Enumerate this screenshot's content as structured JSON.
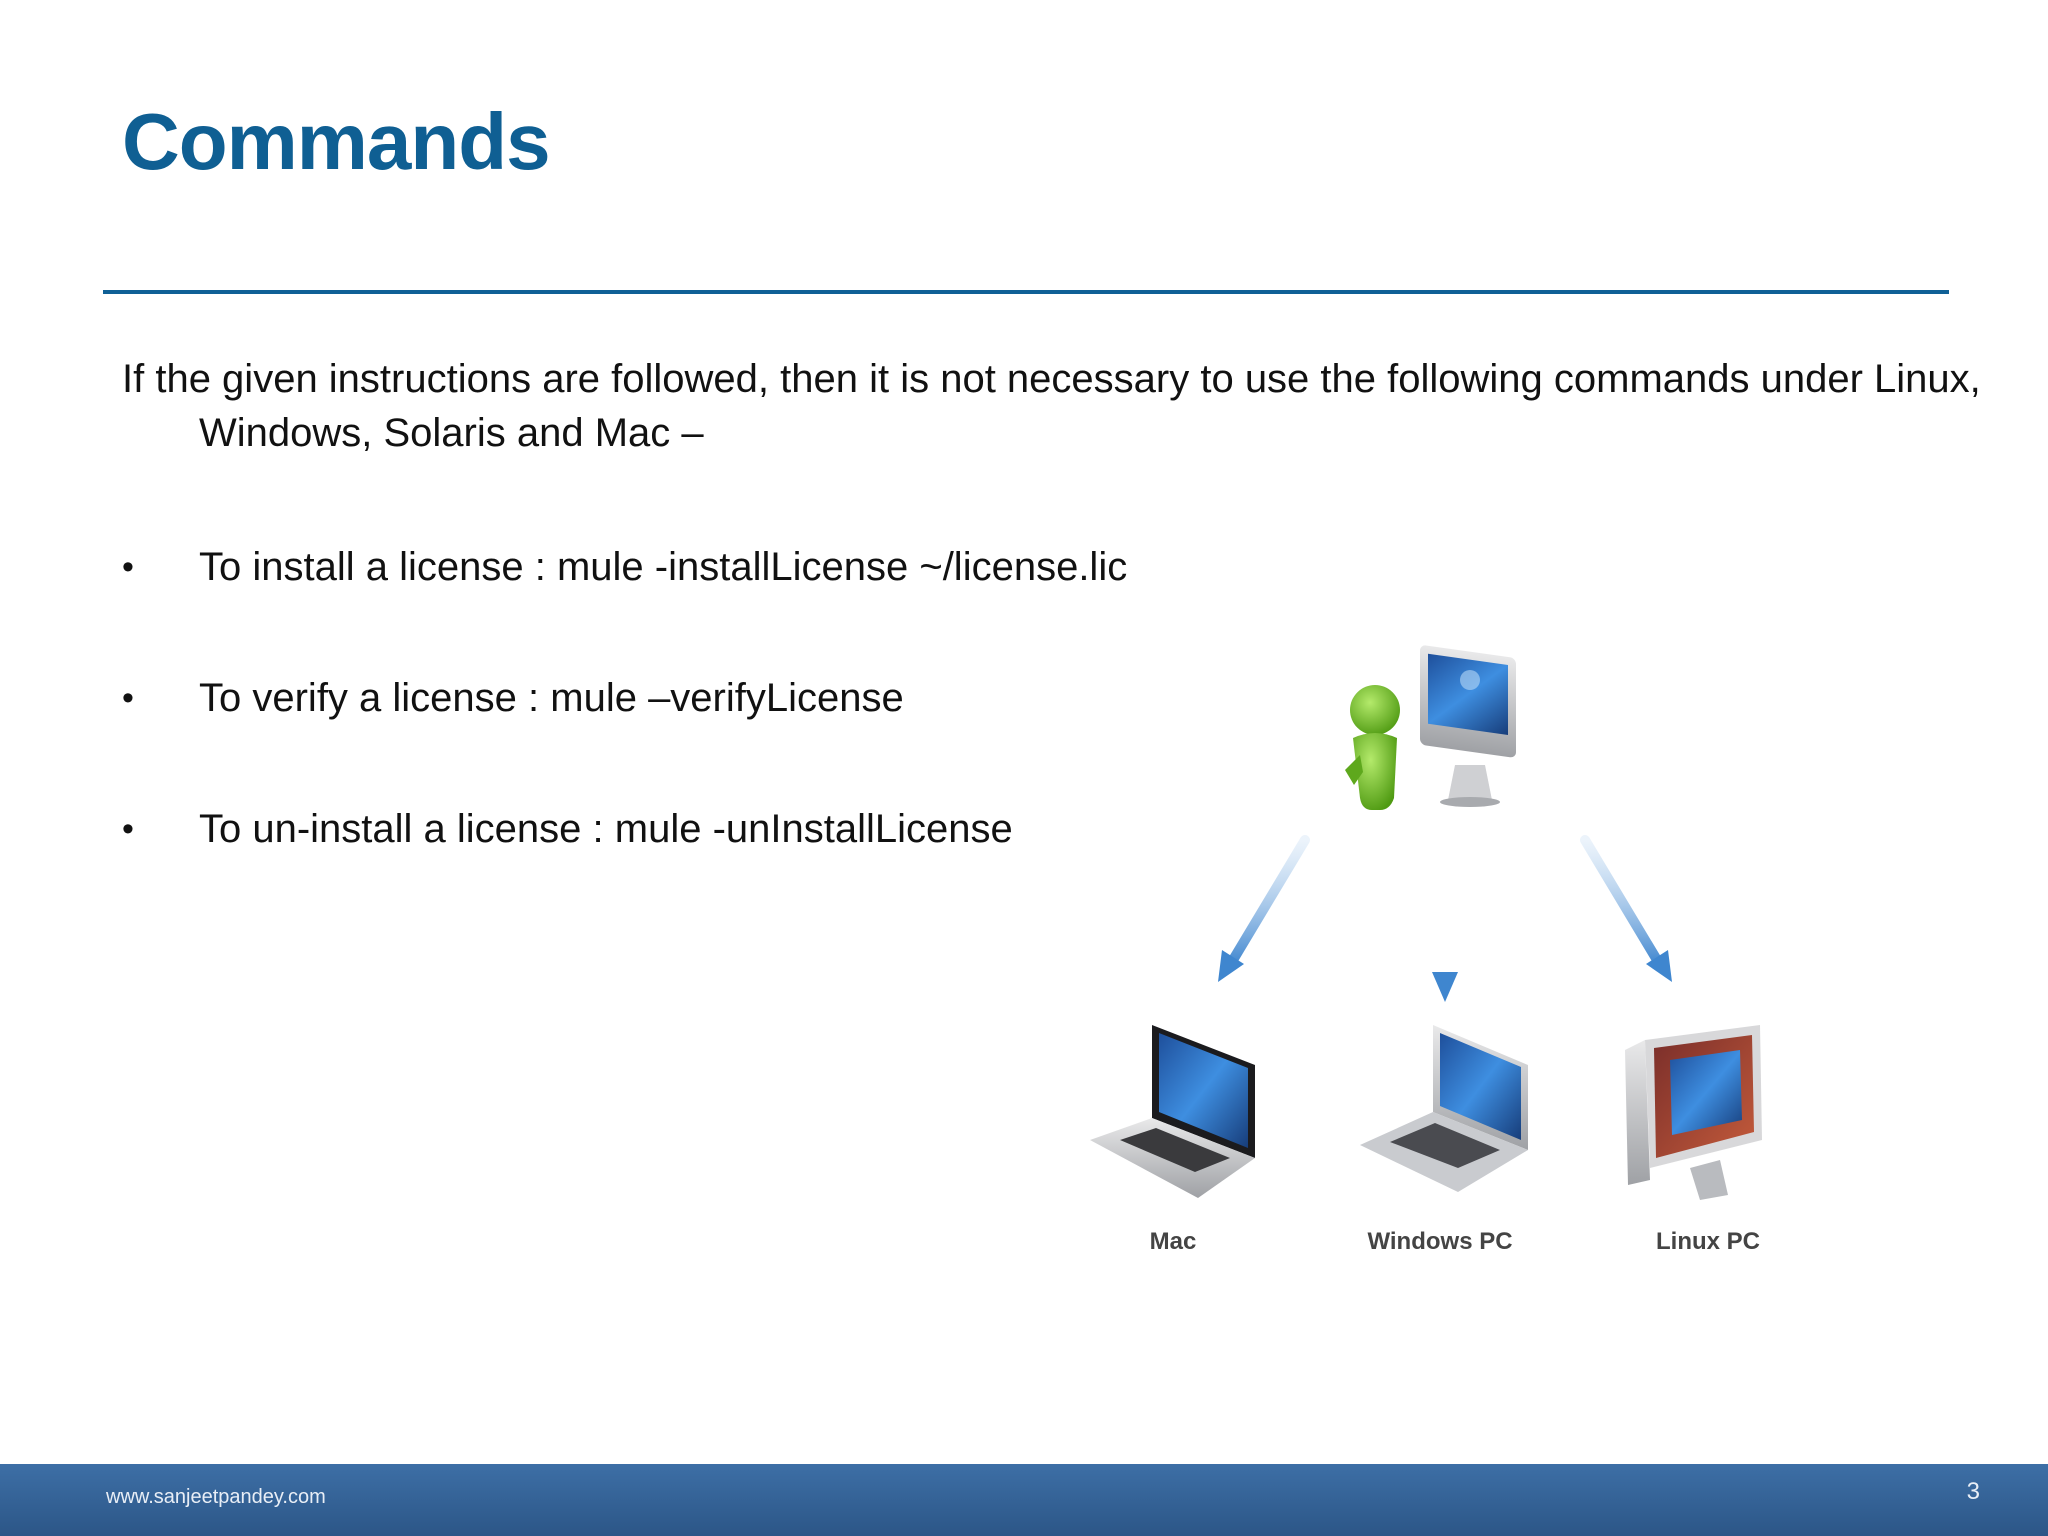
{
  "slide": {
    "title": "Commands",
    "intro": "If the given instructions are followed, then it is not necessary to use the following commands under Linux, Windows, Solaris and Mac –",
    "bullet_symbol": "•",
    "bullets": [
      {
        "text": "To install a license : mule -installLicense ~/license.lic"
      },
      {
        "text": "To verify a license : mule –verifyLicense"
      },
      {
        "text": "To un-install a license : mule -unInstallLicense"
      }
    ]
  },
  "diagram": {
    "labels": {
      "mac": "Mac",
      "windows": "Windows PC",
      "linux": "Linux PC"
    }
  },
  "footer": {
    "url": "www.sanjeetpandey.com",
    "page_number": "3"
  },
  "colors": {
    "title": "#0f5f93",
    "rule": "#0f6096",
    "footer": "#3d6fa6",
    "person": "#7cc233",
    "arrow": "#3f86cf"
  }
}
